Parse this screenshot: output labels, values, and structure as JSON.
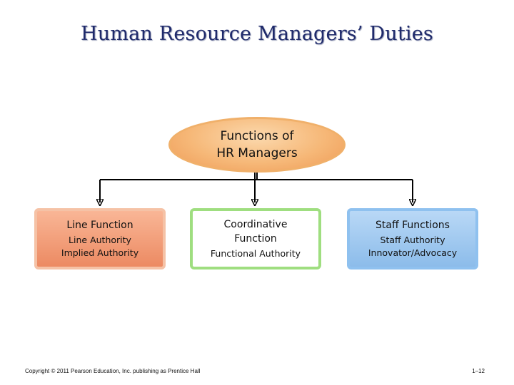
{
  "title": "Human Resource Managers’ Duties",
  "root": {
    "line1": "Functions of",
    "line2": "HR Managers"
  },
  "boxes": {
    "line": {
      "heading": "Line Function",
      "items": [
        "Line Authority",
        "Implied Authority"
      ]
    },
    "coordinative": {
      "heading_line1": "Coordinative",
      "heading_line2": "Function",
      "items": [
        "Functional Authority"
      ]
    },
    "staff": {
      "heading": "Staff Functions",
      "items": [
        "Staff Authority",
        "Innovator/Advocacy"
      ]
    }
  },
  "footer": {
    "copyright": "Copyright © 2011 Pearson Education, Inc. publishing as Prentice Hall",
    "page": "1–12"
  },
  "colors": {
    "title": "#1f2a6b",
    "root_fill": "#f6b878",
    "line_fill": "#ec8a62",
    "coord_border": "#9fde80",
    "staff_fill": "#8cbcea",
    "connector": "#000000"
  }
}
